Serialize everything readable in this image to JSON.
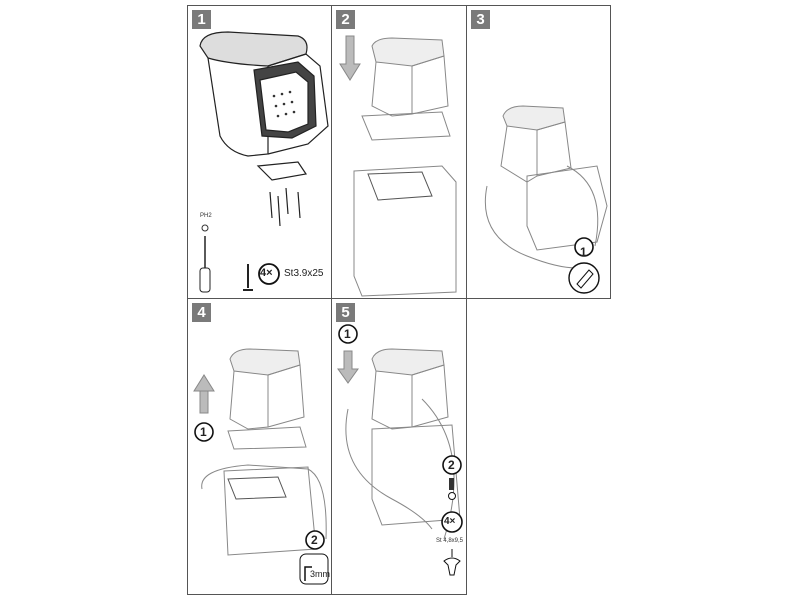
{
  "steps": [
    {
      "number": "1",
      "screw_count": "4×",
      "screw_spec": "St3.9x25",
      "tool_label": "PH2"
    },
    {
      "number": "2"
    },
    {
      "number": "3",
      "callout": "1"
    },
    {
      "number": "4",
      "callout_1": "1",
      "callout_2": "2",
      "drill_size": "3mm"
    },
    {
      "number": "5",
      "callout_1": "1",
      "callout_2": "2",
      "screw_count": "4×",
      "screw_spec": "St 4,8x9,5"
    }
  ]
}
